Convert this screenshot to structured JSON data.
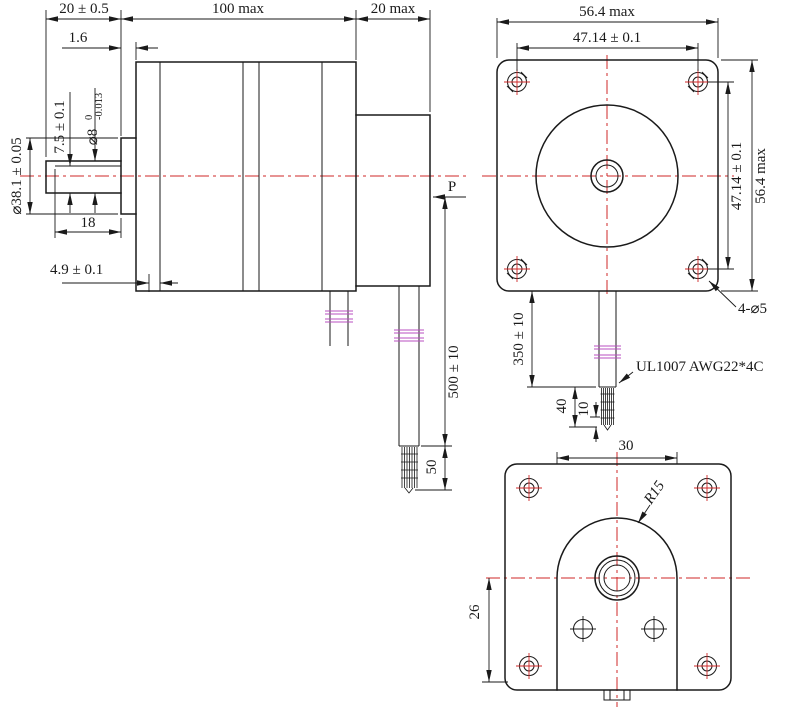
{
  "colors": {
    "line": "#1a1a1a",
    "centerline": "#cf2727",
    "cable_break_mark": "#b94fc1",
    "background": "#ffffff"
  },
  "side_view": {
    "shaft_length": "20 ± 0.5",
    "body_length": "100 max",
    "rear_length": "20 max",
    "boss_height": "1.6",
    "flat_depth": "7.5 ± 0.1",
    "shaft_diameter": "⌀8",
    "shaft_tol_upper": "0",
    "shaft_tol_lower": "-0.013",
    "pilot_diameter": "⌀38.1 ± 0.05",
    "flat_length": "18",
    "step_depth": "4.9 ± 0.1",
    "plane_label": "P",
    "lead_length": "500 ± 10",
    "strip_length": "50"
  },
  "front_view": {
    "width": "56.4 max",
    "hole_spacing_horizontal": "47.14 ± 0.1",
    "hole_spacing_vertical": "47.14 ± 0.1",
    "height": "56.4 max",
    "mounting_holes": "4-⌀5",
    "lead_length": "350 ± 10",
    "strip_length": "40",
    "tin_length": "10",
    "wire_spec": "UL1007 AWG22*4C"
  },
  "rear_view": {
    "boss_width": "30",
    "boss_radius": "R15",
    "screw_offset": "26"
  }
}
